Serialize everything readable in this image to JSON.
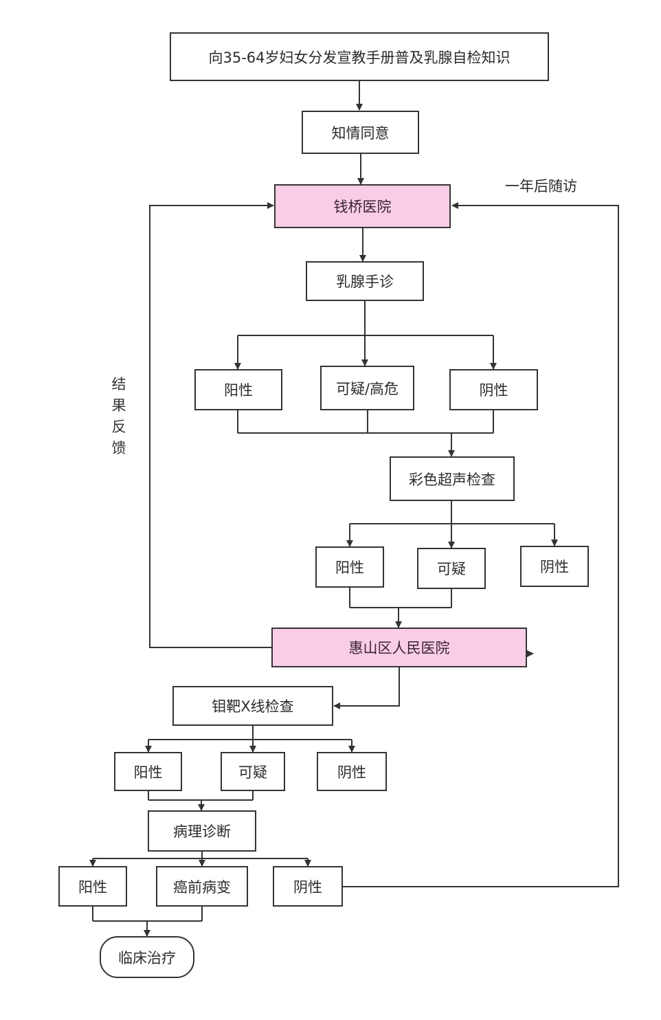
{
  "diagram": {
    "colors": {
      "line": "#333333",
      "node_fill": "#ffffff",
      "hospital_fill": "#f9cde5"
    },
    "nodes": {
      "start": "向35-64岁妇女分发宣教手册普及乳腺自检知识",
      "consent": "知情同意",
      "qianqiao_hospital": "钱桥医院",
      "clinical_breast_exam": "乳腺手诊",
      "cbe_positive": "阳性",
      "cbe_suspicious": "可疑/高危",
      "cbe_negative": "阴性",
      "ultrasound": "彩色超声检查",
      "us_positive": "阳性",
      "us_suspicious": "可疑",
      "us_negative": "阴性",
      "huishan_hospital": "惠山区人民医院",
      "mammography": "钼靶X线检查",
      "mg_positive": "阳性",
      "mg_suspicious": "可疑",
      "mg_negative": "阴性",
      "pathology": "病理诊断",
      "path_positive": "阳性",
      "path_precancerous": "癌前病变",
      "path_negative": "阴性",
      "clinical_treatment": "临床治疗"
    },
    "edge_labels": {
      "follow_up": "一年后随访",
      "feedback": "结果反馈"
    }
  }
}
